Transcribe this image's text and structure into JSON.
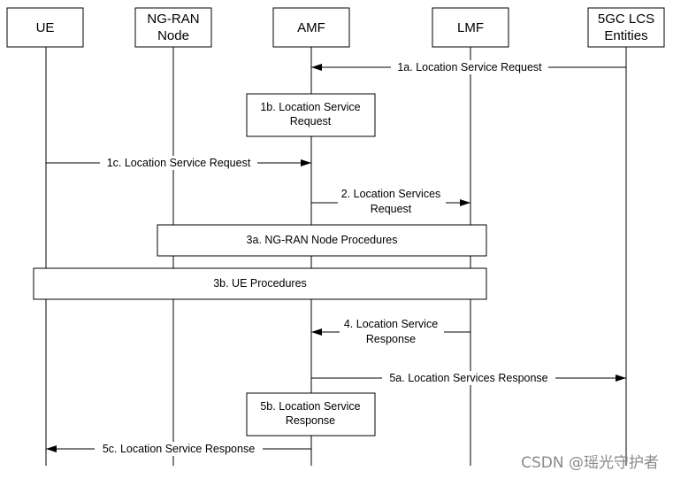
{
  "entities": [
    {
      "id": "ue",
      "lines": [
        "UE"
      ]
    },
    {
      "id": "ngran",
      "lines": [
        "NG-RAN",
        "Node"
      ]
    },
    {
      "id": "amf",
      "lines": [
        "AMF"
      ]
    },
    {
      "id": "lmf",
      "lines": [
        "LMF"
      ]
    },
    {
      "id": "lcs",
      "lines": [
        "5GC LCS",
        "Entities"
      ]
    }
  ],
  "messages": {
    "m1a": {
      "from": "lcs",
      "to": "amf",
      "label": "1a. Location Service Request"
    },
    "m1c": {
      "from": "ue",
      "to": "amf",
      "label": "1c. Location Service Request"
    },
    "m2": {
      "from": "amf",
      "to": "lmf",
      "label_lines": [
        "2. Location Services",
        "Request"
      ]
    },
    "m4": {
      "from": "lmf",
      "to": "amf",
      "label_lines": [
        "4. Location Service",
        "Response"
      ]
    },
    "m5a": {
      "from": "amf",
      "to": "lcs",
      "label": "5a. Location Services Response"
    },
    "m5c": {
      "from": "amf",
      "to": "ue",
      "label": "5c. Location Service Response"
    }
  },
  "boxes": {
    "b1b": {
      "lines": [
        "1b. Location Service",
        "Request"
      ]
    },
    "b3a": {
      "label": "3a. NG-RAN Node Procedures"
    },
    "b3b": {
      "label": "3b. UE Procedures"
    },
    "b5b": {
      "lines": [
        "5b. Location Service",
        "Response"
      ]
    }
  },
  "watermark": "CSDN @瑶光守护者"
}
